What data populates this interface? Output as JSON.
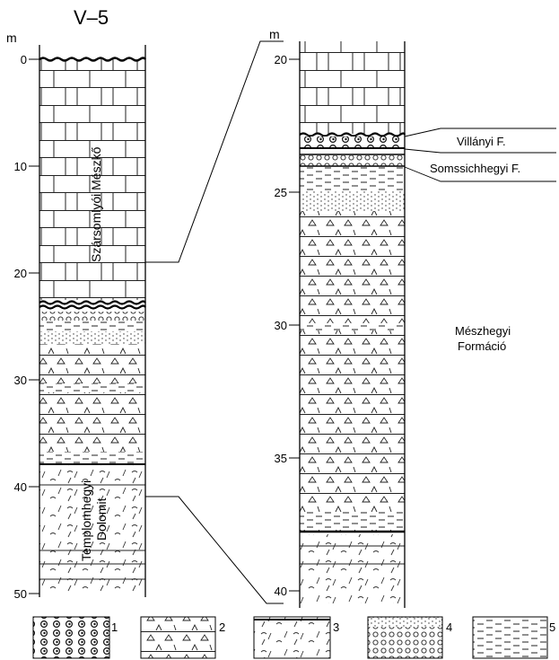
{
  "left_column": {
    "title": "V–5",
    "unit": "m",
    "ticks": [
      {
        "value": 0,
        "label": "0"
      },
      {
        "value": 10,
        "label": "10"
      },
      {
        "value": 20,
        "label": "20"
      },
      {
        "value": 30,
        "label": "30"
      },
      {
        "value": 40,
        "label": "40"
      },
      {
        "value": 50,
        "label": "50"
      }
    ],
    "formation_upper": "Szársomlyói Mészkő",
    "formation_lower_line1": "Templomhegyi",
    "formation_lower_line2": "Dolomit"
  },
  "right_column": {
    "unit": "m",
    "ticks": [
      {
        "value": 20,
        "label": "20"
      },
      {
        "value": 25,
        "label": "25"
      },
      {
        "value": 30,
        "label": "30"
      },
      {
        "value": 35,
        "label": "35"
      },
      {
        "value": 40,
        "label": "40"
      }
    ],
    "labels": {
      "villanyi": "Villányi F.",
      "somssichhegyi": "Somssichhegyi F.",
      "meszhegyi_line1": "Mészhegyi",
      "meszhegyi_line2": "Formáció"
    }
  },
  "legend": [
    {
      "num": "1",
      "pattern": "ammonitico"
    },
    {
      "num": "2",
      "pattern": "limestone-dolomitic"
    },
    {
      "num": "3",
      "pattern": "dolomite"
    },
    {
      "num": "4",
      "pattern": "oolitic"
    },
    {
      "num": "5",
      "pattern": "sandy-marl"
    }
  ]
}
